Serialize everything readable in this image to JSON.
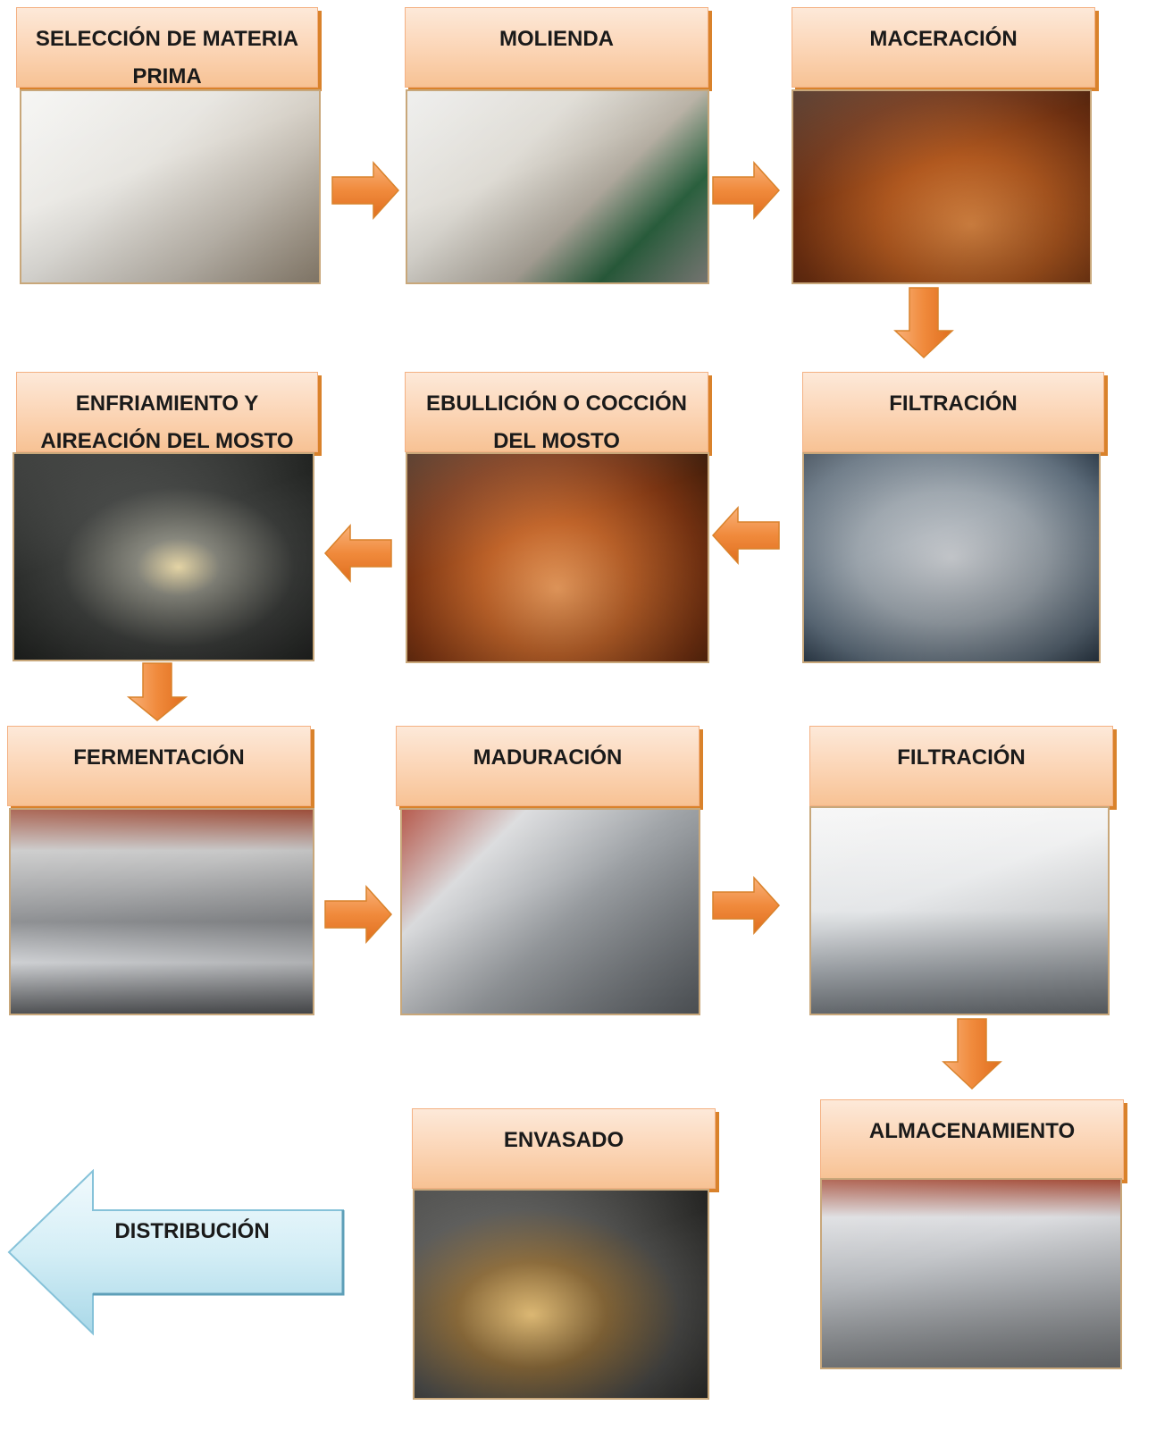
{
  "diagram": {
    "steps": {
      "seleccion": "SELECCIÓN DE MATERIA PRIMA",
      "molienda": "MOLIENDA",
      "maceracion": "MACERACIÓN",
      "filtracion1": "FILTRACIÓN",
      "ebullicion": "EBULLICIÓN O COCCIÓN DEL MOSTO",
      "enfriamiento": "ENFRIAMIENTO Y AIREACIÓN DEL MOSTO",
      "fermentacion": "FERMENTACIÓN",
      "maduracion": "MADURACIÓN",
      "filtracion2": "FILTRACIÓN",
      "almacenamiento": "ALMACENAMIENTO",
      "envasado": "ENVASADO",
      "distribucion": "DISTRIBUCIÓN"
    }
  }
}
